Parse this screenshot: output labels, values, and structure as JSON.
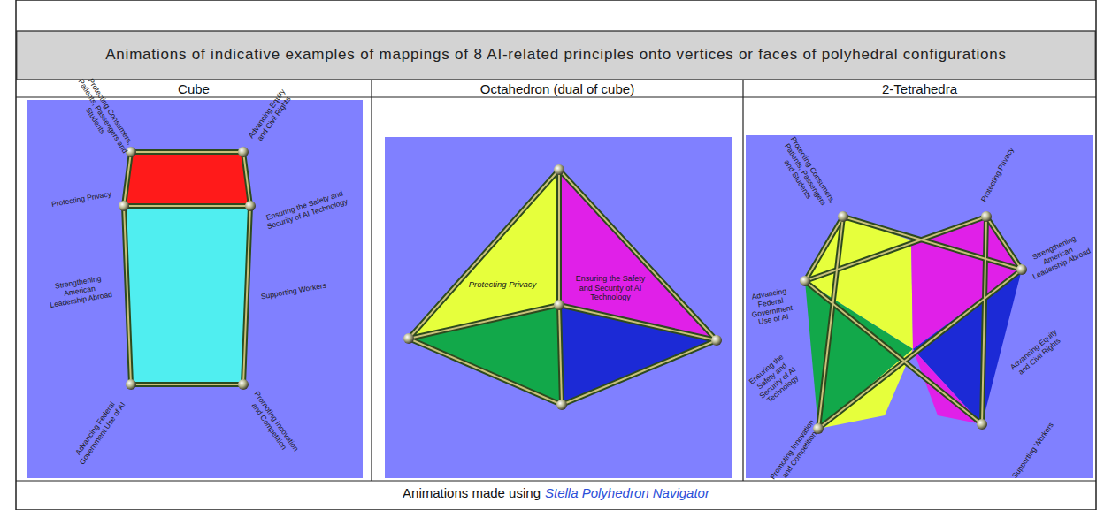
{
  "diagram": {
    "title": "Animations of indicative examples of mappings of 8 AI-related principles onto vertices or faces of polyhedral configurations",
    "labels": [
      "Cube",
      "Octahedron (dual of cube)",
      "2-Tetrahedra",
      "Protecting Consumers, Patients, Passengers and Students",
      "Advancing Equity and Civil Rights",
      "Protecting Privacy",
      "Ensuring the Safety and Security of AI Technology",
      "Strengthening American Leadership Abroad",
      "Supporting Workers",
      "Advancing Federal Government Use of AI",
      "Promoting Innovation and Competition",
      "Protecting Privacy",
      "Ensuring the Safety and Security of AI Technology",
      "Protecting Consumers, Patients, Passengers and Students",
      "Protecting Privacy",
      "Advancing Federal Government Use of AI",
      "Strengthening American Leadership Abroad",
      "Ensuring the Safety and Security of AI Technology",
      "Advancing Equity and Civil Rights",
      "Promoting Innovation and Competition",
      "Supporting Workers",
      "Animations made using",
      "Stella Polyhedron Navigator"
    ]
  }
}
